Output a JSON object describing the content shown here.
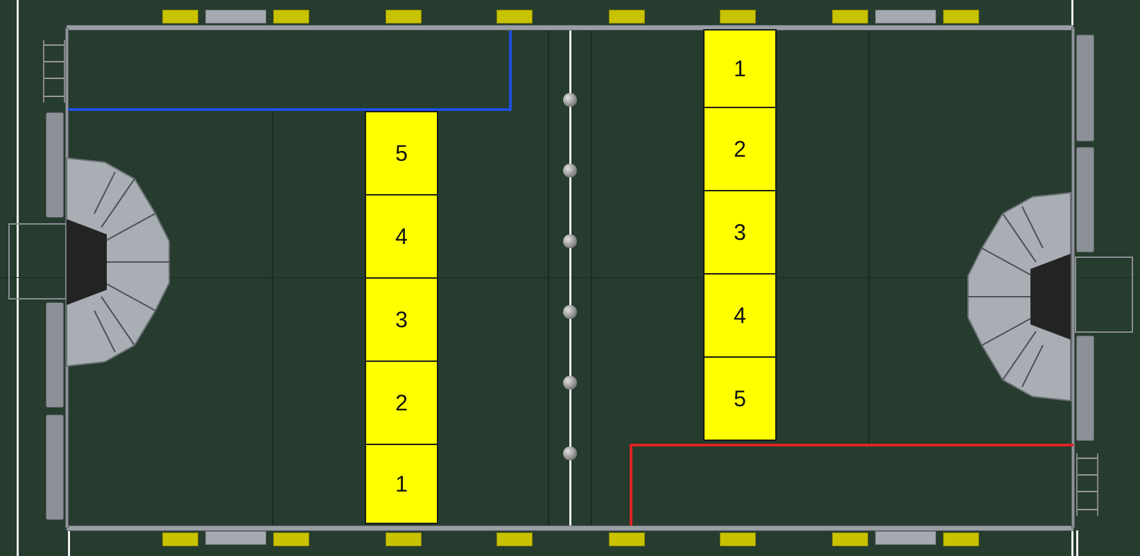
{
  "field": {
    "blue_column": {
      "labels": [
        "5",
        "4",
        "3",
        "2",
        "1"
      ]
    },
    "red_column": {
      "labels": [
        "1",
        "2",
        "3",
        "4",
        "5"
      ]
    }
  },
  "colors": {
    "field_floor": "#263c2e",
    "zone_box": "#ffff00",
    "blue_tape": "#1f4fe0",
    "red_tape": "#e02424",
    "perimeter": "#9a9ea5",
    "goal": "#a9adb4"
  },
  "icons": [
    "goal-structure-icon",
    "post-icon",
    "sensor-tab-icon"
  ]
}
